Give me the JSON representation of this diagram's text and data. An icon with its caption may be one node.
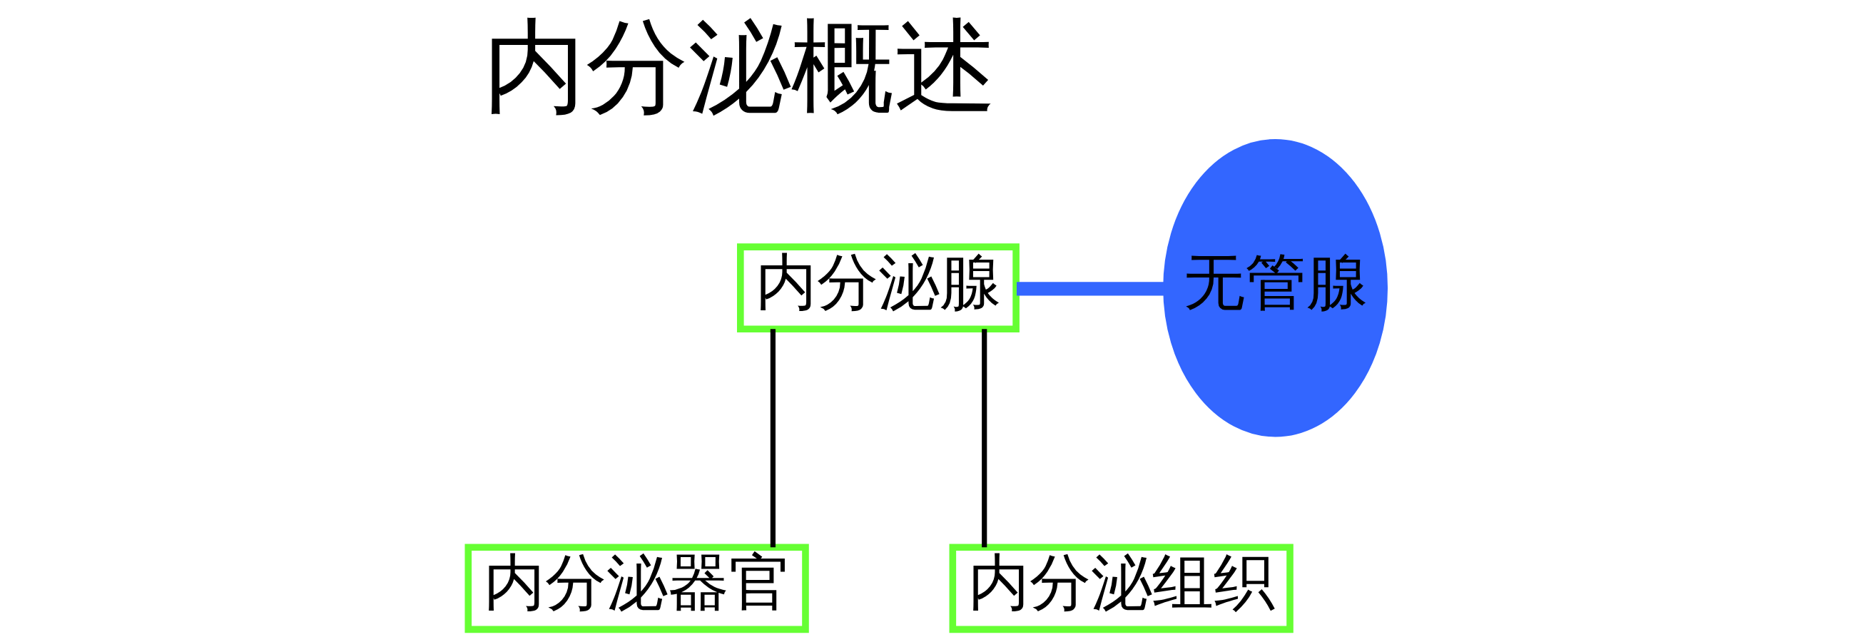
{
  "diagram": {
    "title": "内分泌概述",
    "nodes": [
      {
        "text": [
          "内分泌腺"
        ]
      },
      {
        "text": [
          "无管腺"
        ]
      },
      {
        "text": [
          "内分泌器官"
        ]
      },
      {
        "text": [
          "内分泌组织"
        ]
      }
    ],
    "edges": [
      {
        "from": 1,
        "to": 0,
        "arrow": "none",
        "color": "#3366ff",
        "style": "thick"
      },
      {
        "from": 0,
        "to": 2,
        "arrow": "none"
      },
      {
        "from": 0,
        "to": 3,
        "arrow": "none"
      }
    ]
  }
}
